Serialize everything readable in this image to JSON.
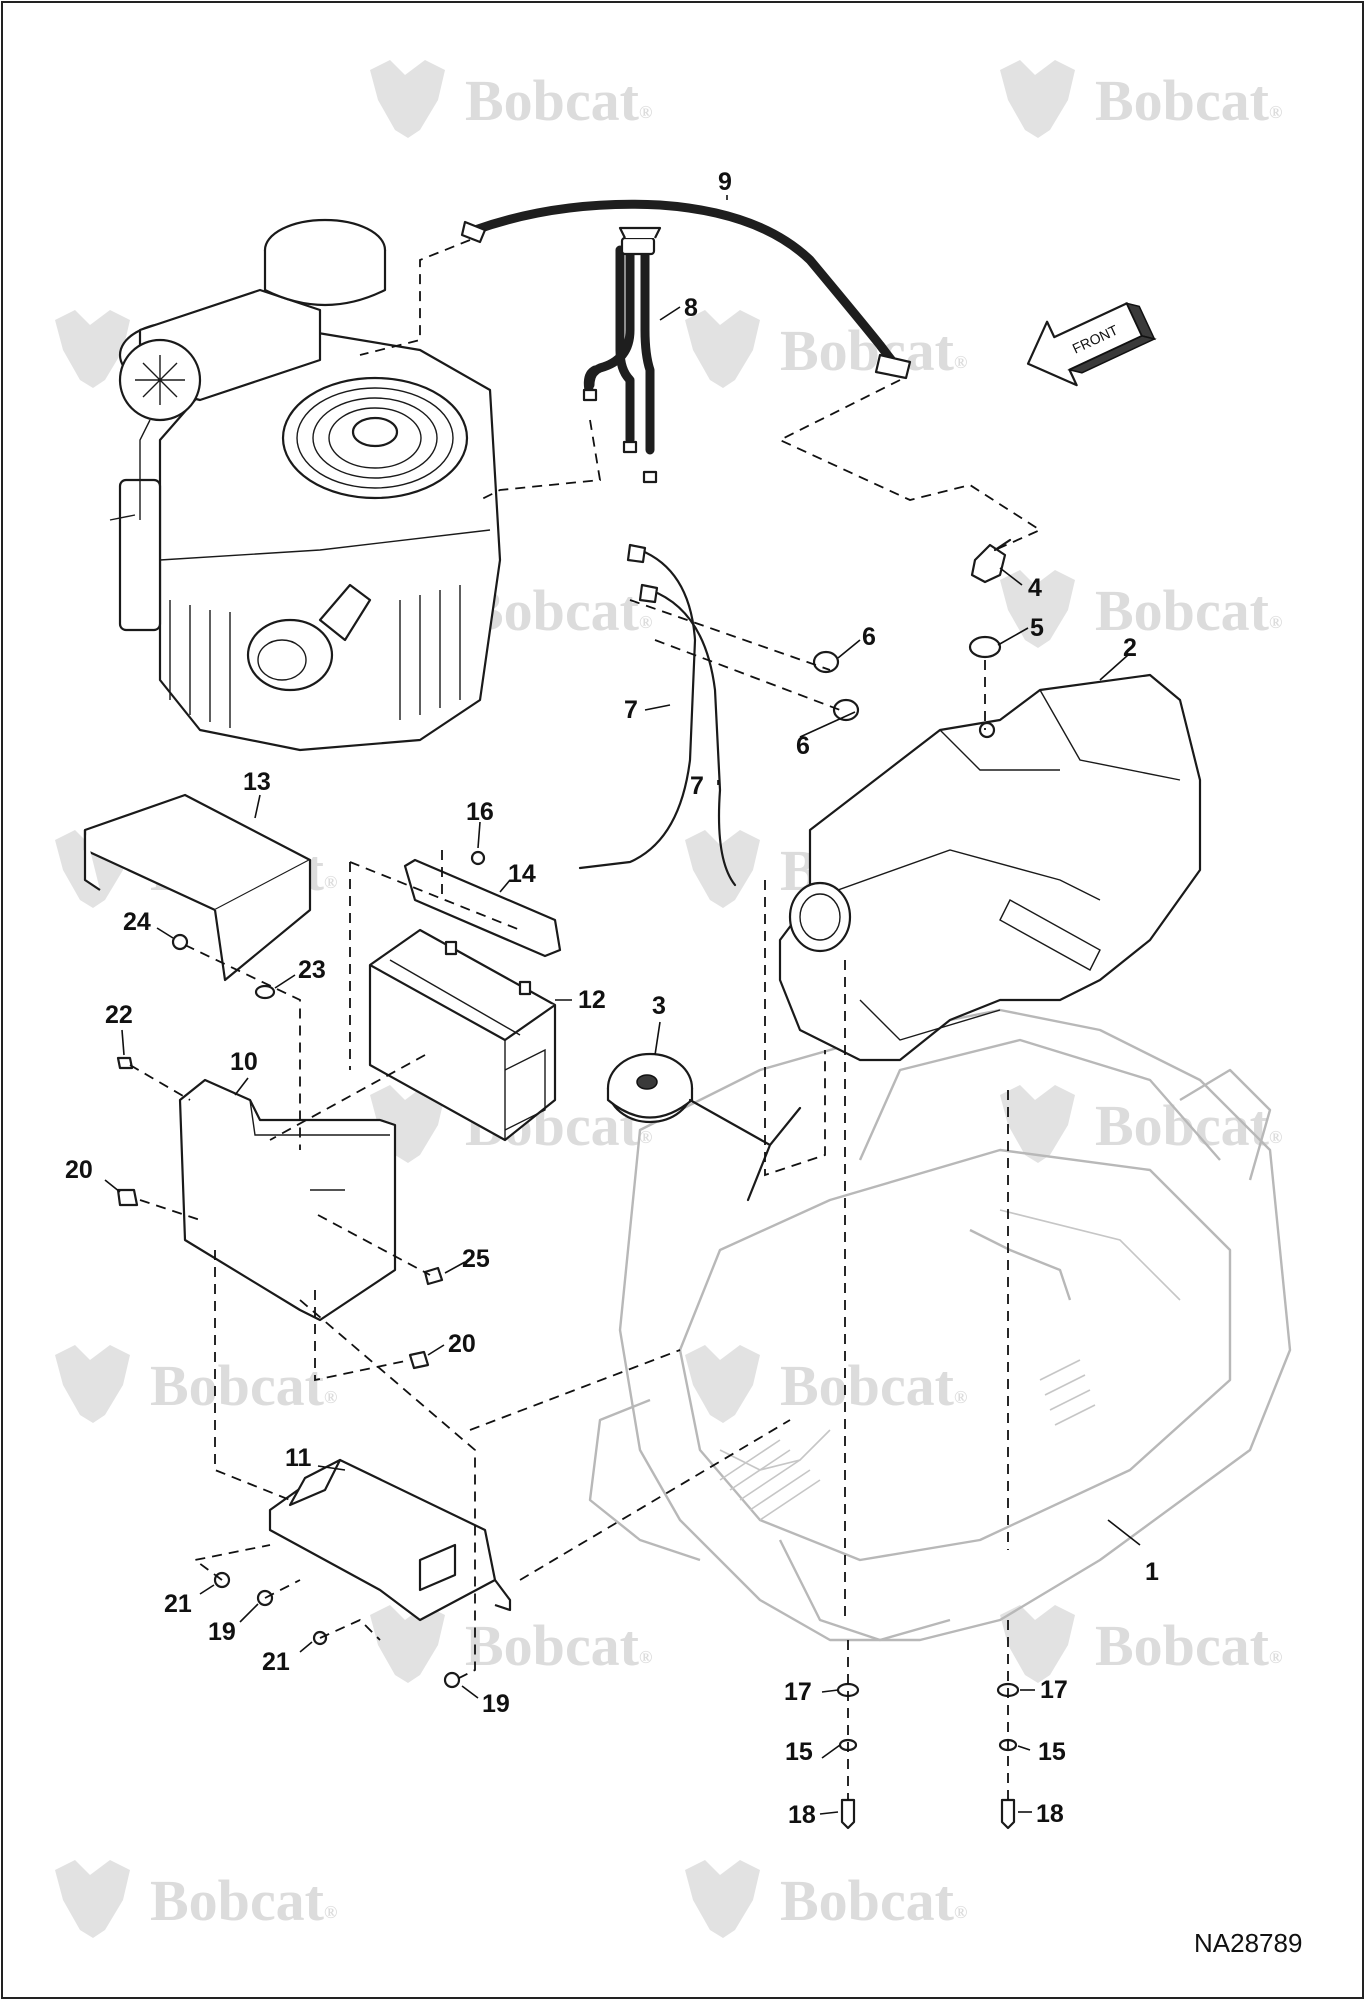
{
  "watermark": {
    "brand": "Bobcat",
    "mark": "®"
  },
  "direction_arrow": {
    "label": "FRONT"
  },
  "document_id": "NA28789",
  "callouts": {
    "c1": "1",
    "c2": "2",
    "c3": "3",
    "c4": "4",
    "c5": "5",
    "c6a": "6",
    "c6b": "6",
    "c7a": "7",
    "c7b": "7",
    "c8": "8",
    "c9": "9",
    "c10": "10",
    "c11": "11",
    "c12": "12",
    "c13": "13",
    "c14": "14",
    "c15a": "15",
    "c15b": "15",
    "c16": "16",
    "c17a": "17",
    "c17b": "17",
    "c18a": "18",
    "c18b": "18",
    "c19a": "19",
    "c19b": "19",
    "c20a": "20",
    "c20b": "20",
    "c21a": "21",
    "c21b": "21",
    "c22": "22",
    "c23": "23",
    "c24": "24",
    "c25": "25"
  },
  "colors": {
    "line": "#1a1a1a",
    "ghost_frame": "#b8b8b8",
    "watermark": "#dcdcdc",
    "background": "#ffffff"
  }
}
